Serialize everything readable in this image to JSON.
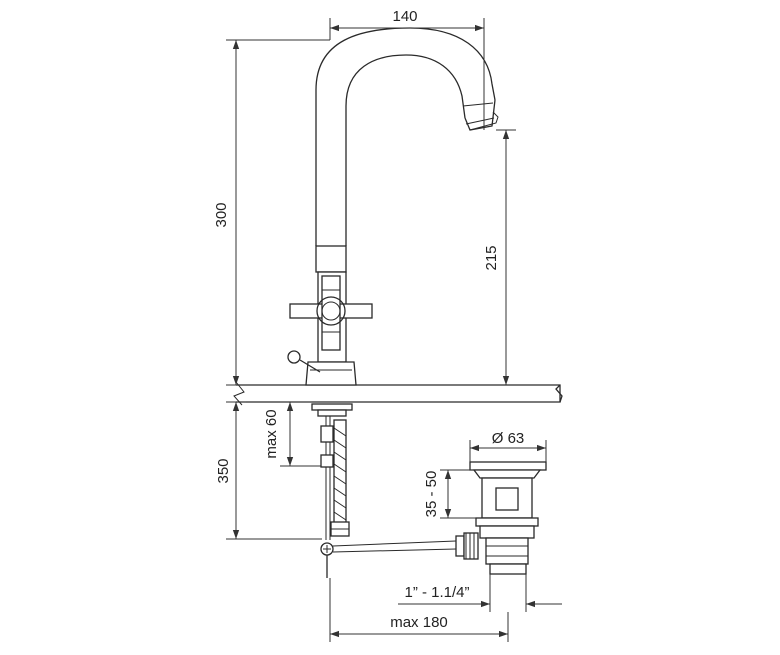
{
  "dimensions": {
    "spout_reach": "140",
    "total_height": "300",
    "spout_height": "215",
    "below_deck": "350",
    "max_deck": "max 60",
    "waste_diameter": "Ø 63",
    "waste_range": "35 - 50",
    "waste_thread": "1” - 1.1/4”",
    "max_distance": "max 180"
  },
  "colors": {
    "line": "#2a2a2a",
    "deck_fill": "#f2f2f2"
  }
}
